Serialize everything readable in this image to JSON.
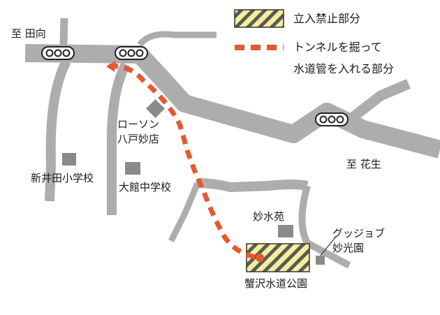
{
  "legend": {
    "restricted_label": "立入禁止部分",
    "tunnel_label_line1": "トンネルを掘って",
    "tunnel_label_line2": "水道管を入れる部分"
  },
  "places": {
    "to_tamukai": "至 田向",
    "to_hanyu": "至 花生",
    "lawson_line1": "ローソン",
    "lawson_line2": "八戸妙店",
    "arai_school": "新井田小学校",
    "odate_school": "大館中学校",
    "myosuien": "妙水苑",
    "goods_line1": "グッジョブ",
    "goods_line2": "妙光園",
    "park": "蟹沢水道公園"
  },
  "icons": {
    "traffic_light": "traffic-light-icon",
    "landmark": "landmark-square-icon"
  },
  "colors": {
    "road": "#adadad",
    "landmark": "#8a8a8a",
    "tunnel": "#e8572e",
    "hatch_yellow": "#f5ef9a",
    "hatch_stripe": "#5a5a5a"
  }
}
